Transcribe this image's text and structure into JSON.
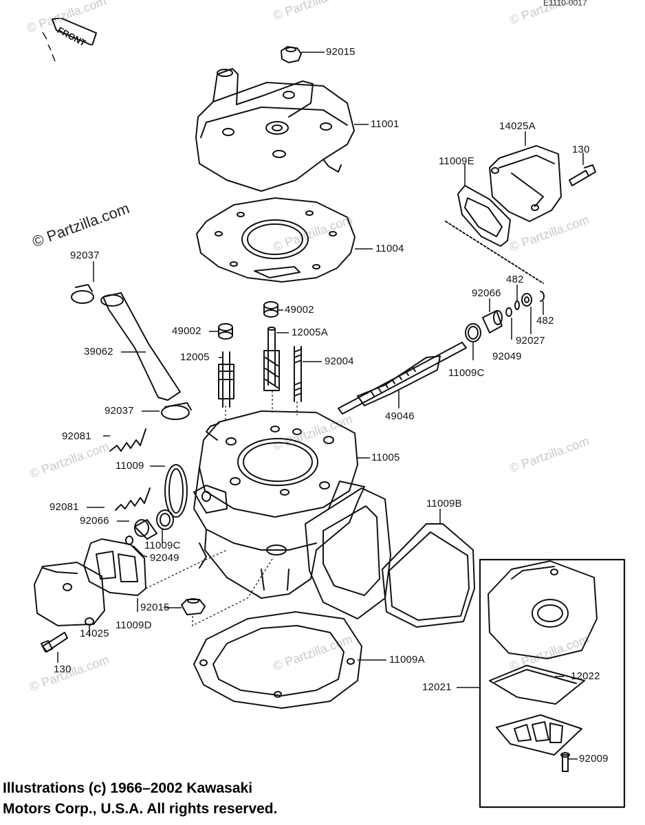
{
  "diagram_code": "E1110-0017",
  "front_marker": "FRONT",
  "watermark_main": "© Partzilla.com",
  "watermark_faint": "© Partzilla.com",
  "copyright": {
    "line1": "Illustrations (c) 1966–2002 Kawasaki",
    "line2": "Motors Corp., U.S.A.  All rights reserved."
  },
  "part_labels": [
    "92015",
    "11001",
    "14025A",
    "130",
    "11009E",
    "11004",
    "92037",
    "49002",
    "49002",
    "12005A",
    "12005",
    "92004",
    "39062",
    "482",
    "92066",
    "482",
    "92049",
    "92027",
    "11009C",
    "49046",
    "92037",
    "92081",
    "11005",
    "11009",
    "92081",
    "92066",
    "11009C",
    "92049",
    "11009B",
    "92015",
    "11009D",
    "14025",
    "130",
    "11009A",
    "12021",
    "12022",
    "92009"
  ]
}
